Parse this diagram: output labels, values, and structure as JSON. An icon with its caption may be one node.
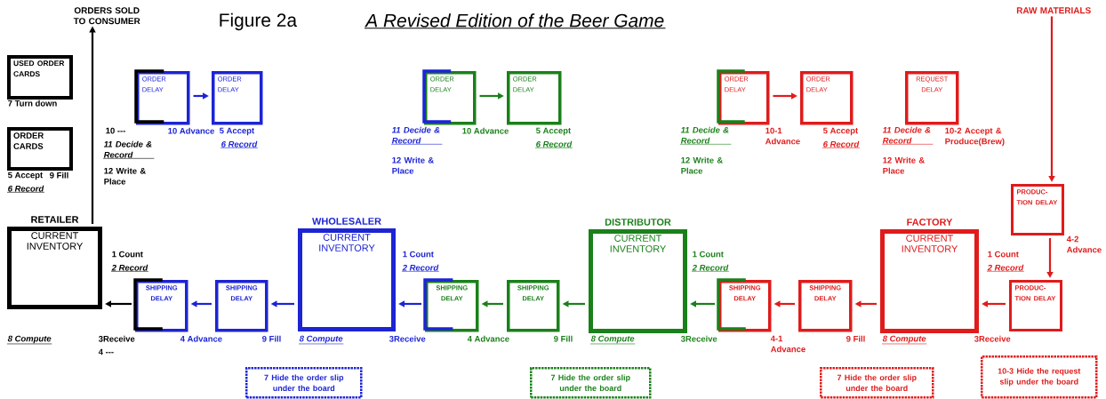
{
  "diagram": {
    "title": "A Revised Edition of the Beer Game",
    "nodes": [
      {
        "text": [
          "USED ORDER CARDS"
        ]
      },
      {
        "text": [
          "ORDER CARDS"
        ]
      },
      {
        "text": [
          "ORDERS SOLD TO CONSUMER"
        ]
      },
      {
        "text": [
          "ORDER DELAY"
        ]
      },
      {
        "text": [
          "ORDER DELAY"
        ]
      },
      {
        "text": [
          "ORDER DELAY"
        ]
      },
      {
        "text": [
          "ORDER DELAY"
        ]
      },
      {
        "text": [
          "ORDER DELAY"
        ]
      },
      {
        "text": [
          "ORDER DELAY"
        ]
      },
      {
        "text": [
          "REQUEST DELAY"
        ]
      },
      {
        "text": [
          "RAW MATERIALS"
        ]
      },
      {
        "text": [
          "PRODUC-TION DELAY"
        ]
      },
      {
        "text": [
          "RETAILER",
          "CURRENT INVENTORY"
        ]
      },
      {
        "text": [
          "SHIPPING DELAY"
        ]
      },
      {
        "text": [
          "SHIPPING DELAY"
        ]
      },
      {
        "text": [
          "WHOLESALER",
          "CURRENT INVENTORY"
        ]
      },
      {
        "text": [
          "SHIPPING DELAY"
        ]
      },
      {
        "text": [
          "SHIPPING DELAY"
        ]
      },
      {
        "text": [
          "DISTRIBUTOR",
          "CURRENT INVENTORY"
        ]
      },
      {
        "text": [
          "SHIPPING DELAY"
        ]
      },
      {
        "text": [
          "SHIPPING DELAY"
        ]
      },
      {
        "text": [
          "FACTORY",
          "CURRENT INVENTORY"
        ]
      },
      {
        "text": [
          "PRODUC-TION DELAY"
        ]
      },
      {
        "text": [
          "7 Hide the order slip under the board"
        ]
      },
      {
        "text": [
          "7 Hide the order slip under the board"
        ]
      },
      {
        "text": [
          "7 Hide the order slip under the board"
        ]
      },
      {
        "text": [
          "10-3 Hide the request slip under the board"
        ]
      }
    ],
    "edges": [
      {
        "from": 12,
        "to": 2,
        "arrow": "to",
        "color": "#000000"
      },
      {
        "from": 3,
        "to": 4,
        "arrow": "to",
        "color": "#1c24d4"
      },
      {
        "from": 5,
        "to": 6,
        "arrow": "to",
        "color": "#1a801a"
      },
      {
        "from": 7,
        "to": 8,
        "arrow": "to",
        "color": "#e01b1b"
      },
      {
        "from": 10,
        "to": 11,
        "arrow": "to",
        "color": "#e01b1b"
      },
      {
        "from": 11,
        "to": 22,
        "arrow": "to",
        "color": "#e01b1b"
      },
      {
        "from": 13,
        "to": 12,
        "arrow": "to",
        "color": "#000000"
      },
      {
        "from": 14,
        "to": 13,
        "arrow": "to",
        "color": "#1c24d4"
      },
      {
        "from": 15,
        "to": 14,
        "arrow": "to",
        "color": "#1c24d4"
      },
      {
        "from": 16,
        "to": 15,
        "arrow": "to",
        "color": "#1c24d4"
      },
      {
        "from": 17,
        "to": 16,
        "arrow": "to",
        "color": "#1a801a"
      },
      {
        "from": 18,
        "to": 17,
        "arrow": "to",
        "color": "#1a801a"
      },
      {
        "from": 19,
        "to": 18,
        "arrow": "to",
        "color": "#1a801a"
      },
      {
        "from": 20,
        "to": 19,
        "arrow": "to",
        "color": "#e01b1b"
      },
      {
        "from": 21,
        "to": 20,
        "arrow": "to",
        "color": "#e01b1b"
      },
      {
        "from": 22,
        "to": 21,
        "arrow": "to",
        "color": "#e01b1b"
      }
    ],
    "labels": [
      "Figure 2a",
      "7 Turn down",
      "10 ---",
      "10 Advance",
      "5 Accept",
      "6 Record",
      "11 Decide & Record",
      "12 Write & Place",
      "5 Accept",
      "9 Fill",
      "6 Record",
      "11 Decide & Record",
      "12 Write & Place",
      "10 Advance",
      "5 Accept",
      "6 Record",
      "11 Decide & Record",
      "12 Write & Place",
      "10-1 Advance",
      "5 Accept",
      "6 Record",
      "11 Decide & Record",
      "12 Write & Place",
      "10-2 Accept & Produce(Brew)",
      "4-2 Advance",
      "1 Count",
      "2 Record",
      "1 Count",
      "2 Record",
      "1 Count",
      "2 Record",
      "1 Count",
      "2 Record",
      "8 Compute",
      "3Receive",
      "4 ---",
      "4 Advance",
      "9 Fill",
      "8 Compute",
      "3Receive",
      "4 Advance",
      "9 Fill",
      "8 Compute",
      "3Receive",
      "4-1 Advance",
      "9 Fill",
      "8 Compute",
      "3Receive"
    ]
  }
}
